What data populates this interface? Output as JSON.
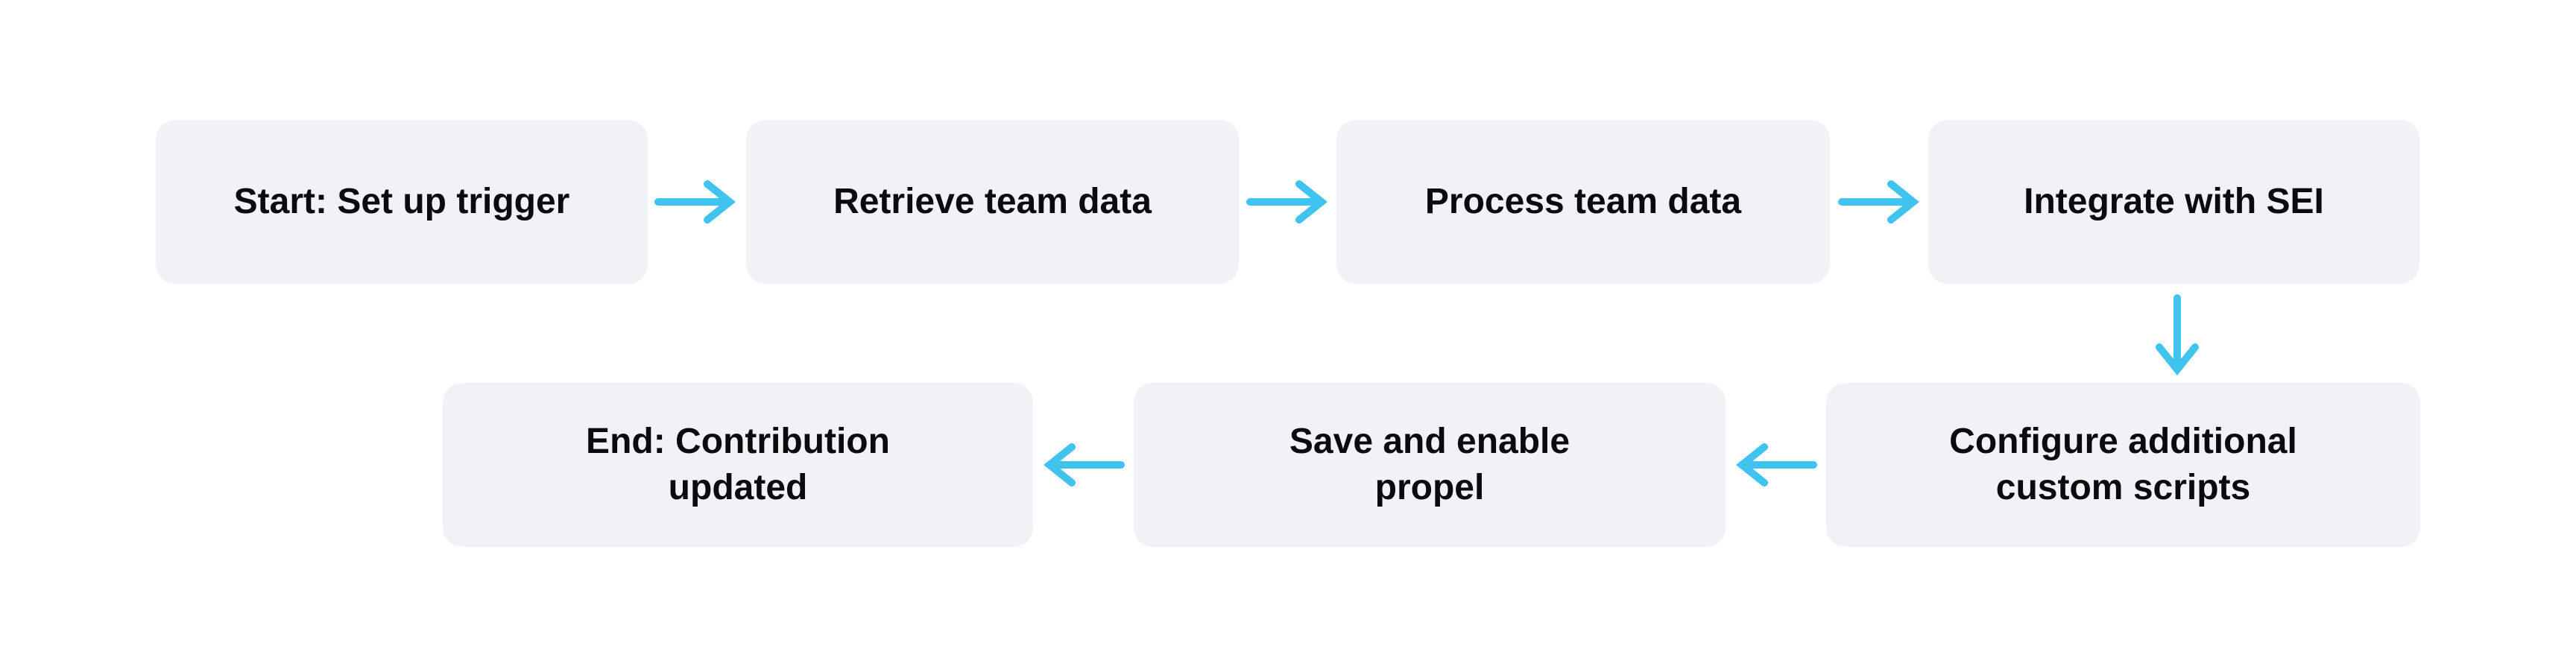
{
  "colors": {
    "page_background": "#ffffff",
    "node_fill": "#f1f2f6",
    "node_text": "#0b0b0e",
    "arrow": "#41c3f0"
  },
  "flowchart": {
    "type": "flowchart",
    "nodes": [
      {
        "id": "start",
        "label": "Start: Set up trigger"
      },
      {
        "id": "retrieve",
        "label": "Retrieve team data"
      },
      {
        "id": "process",
        "label": "Process team data"
      },
      {
        "id": "integrate",
        "label": "Integrate with SEI"
      },
      {
        "id": "configure",
        "label": "Configure additional custom scripts"
      },
      {
        "id": "save",
        "label": "Save and enable propel"
      },
      {
        "id": "end",
        "label": "End: Contribution updated"
      }
    ],
    "edges": [
      {
        "from": "start",
        "to": "retrieve",
        "direction": "right"
      },
      {
        "from": "retrieve",
        "to": "process",
        "direction": "right"
      },
      {
        "from": "process",
        "to": "integrate",
        "direction": "right"
      },
      {
        "from": "integrate",
        "to": "configure",
        "direction": "down"
      },
      {
        "from": "configure",
        "to": "save",
        "direction": "left"
      },
      {
        "from": "save",
        "to": "end",
        "direction": "left"
      }
    ]
  }
}
